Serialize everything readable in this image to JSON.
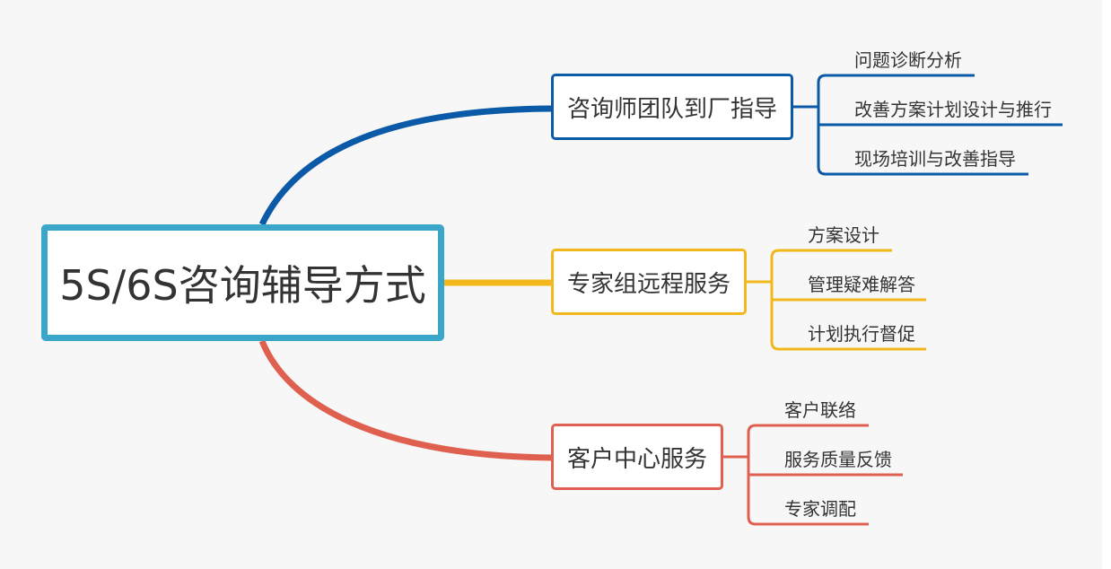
{
  "central": {
    "label": "5S/6S咨询辅导方式",
    "color": "#3aa6c9"
  },
  "branches": [
    {
      "label": "咨询师团队到厂指导",
      "color": "#0b5aa7",
      "leaves": [
        "问题诊断分析",
        "改善方案计划设计与推行",
        "现场培训与改善指导"
      ]
    },
    {
      "label": "专家组远程服务",
      "color": "#f2b81b",
      "leaves": [
        "方案设计",
        "管理疑难解答",
        "计划执行督促"
      ]
    },
    {
      "label": "客户中心服务",
      "color": "#e06050",
      "leaves": [
        "客户联络",
        "服务质量反馈",
        "专家调配"
      ]
    }
  ]
}
